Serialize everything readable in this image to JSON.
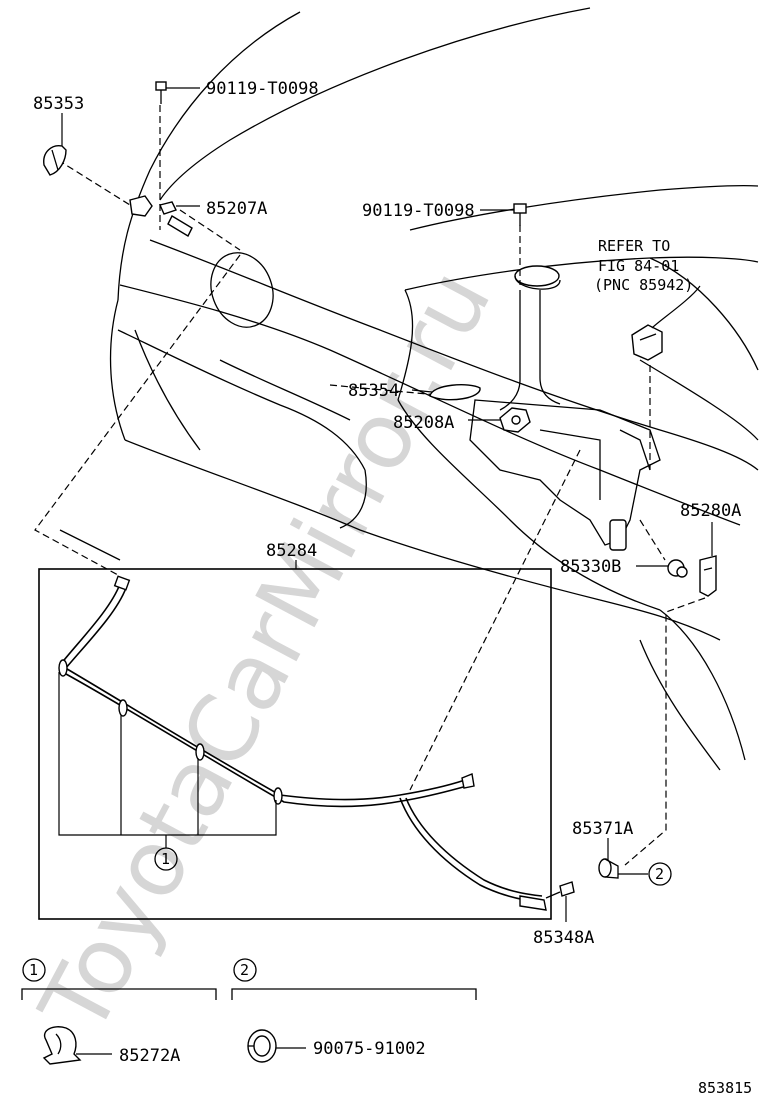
{
  "watermark": "ToyotaCarMirror.ru",
  "labels": {
    "p85353": "85353",
    "p90119_top": "90119-T0098",
    "p85207A": "85207A",
    "p90119_mid": "90119-T0098",
    "refer_line1": "REFER TO",
    "refer_line2": "FIG 84-01",
    "refer_line3": "(PNC 85942)",
    "p85354": "85354",
    "p85208A": "85208A",
    "p85280A": "85280A",
    "p85284": "85284",
    "p85330B": "85330B",
    "p85371A": "85371A",
    "p85348A": "85348A",
    "p85272A": "85272A",
    "p90075": "90075-91002",
    "callout1": "1",
    "callout2": "2",
    "legend1": "1",
    "legend2": "2",
    "figure_number": "853815"
  }
}
